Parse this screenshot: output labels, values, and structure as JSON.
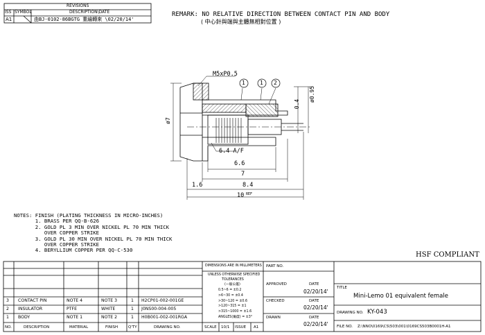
{
  "revisions": {
    "title": "REVISIONS",
    "headers": [
      "ISS",
      "SYMBOL",
      "DESCRIPTION\\DATE"
    ],
    "row": {
      "iss": "A1",
      "description": "由BJ-0102-86BGTG 重繪轉來 \\02/20/14'"
    }
  },
  "remark": {
    "line1": "REMARK: NO RELATIVE DIRECTION BETWEEN CONTACT PIN AND BODY",
    "line2": "( 中心針與端與主體無相對位置 )"
  },
  "drawing": {
    "thread_callout": "M5xP0.5",
    "balloons": [
      "1",
      "1",
      "2"
    ],
    "dims": {
      "body_dia": "ø7",
      "d_095": "ø0.95",
      "d_04": "0.4",
      "hex": "6.4 A/F",
      "len_66": "6.6",
      "len_7": "7",
      "len_16": "1.6",
      "len_84": "8.4",
      "len_10": "10",
      "ref": "REF"
    }
  },
  "notes": {
    "lines": [
      "NOTES: FINISH (PLATING THICKNESS IN MICRO-INCHES)",
      "       1. BRASS PER QQ-B-626",
      "       2. GOLD PL 3 MIN OVER NICKEL PL 70 MIN THICK",
      "          OVER COPPER STRIKE",
      "       3. GOLD PL 30 MIN OVER NICKEL PL 70 MIN THICK",
      "          OVER COPPER STRIKE",
      "       4. BERYLLIUM COPPER PER QQ-C-530"
    ]
  },
  "compliance": "HSF COMPLIANT",
  "bom": {
    "headers": [
      "NO.",
      "DESCRIPTION",
      "MATERIAL",
      "FINISH",
      "Q'TY",
      "DRAWING NO."
    ],
    "rows": [
      {
        "no": "3",
        "desc": "CONTACT PIN",
        "material": "NOTE 4",
        "finish": "NOTE 3",
        "qty": "1",
        "dwg": "H2CP01-002-001GE"
      },
      {
        "no": "2",
        "desc": "INSULATOR",
        "material": "PTFE",
        "finish": "WHITE",
        "qty": "1",
        "dwg": "J0NS00-004-005"
      },
      {
        "no": "1",
        "desc": "BODY",
        "material": "NOTE 1",
        "finish": "NOTE 2",
        "qty": "1",
        "dwg": "H0B001-002-001RGA"
      }
    ]
  },
  "tolerance": {
    "dimensions": "DIMENSIONS ARE IN MILLIMETERS",
    "unless1": "UNLESS OTHERWISE SPECIFIED",
    "unless2": "TOLERANCES",
    "unless3": "(一般公差)",
    "rows": [
      "0.5~6 = ±0.2",
      ">6~30 = ±0.4",
      ">30~120 = ±0.6",
      ">120~315 = ±1",
      ">315~1000 = ±1.6",
      "ANGLES(角度) = ±3°"
    ],
    "scale_label": "SCALE",
    "scale": "10/1",
    "issue_label": "ISSUE",
    "issue": "A1"
  },
  "titleblock": {
    "part_no_label": "PART NO.",
    "approved_label": "APPROVED",
    "checked_label": "CHECKED",
    "drawn_label": "DRAWN",
    "date_label": "DATE",
    "approved_date": "02/20/14'",
    "checked_date": "02/20/14'",
    "drawn_date": "02/20/14'",
    "title_label": "TITLE",
    "title": "Mini-Lemo 01 equivalent female",
    "drawing_no_label": "DRAWING NO.",
    "drawing_no": "KY-043",
    "file_label": "FILE NO.",
    "file": "Z:\\NNO\\0169\\CS\\503\\001\\0169CS503B0001H-A1"
  }
}
